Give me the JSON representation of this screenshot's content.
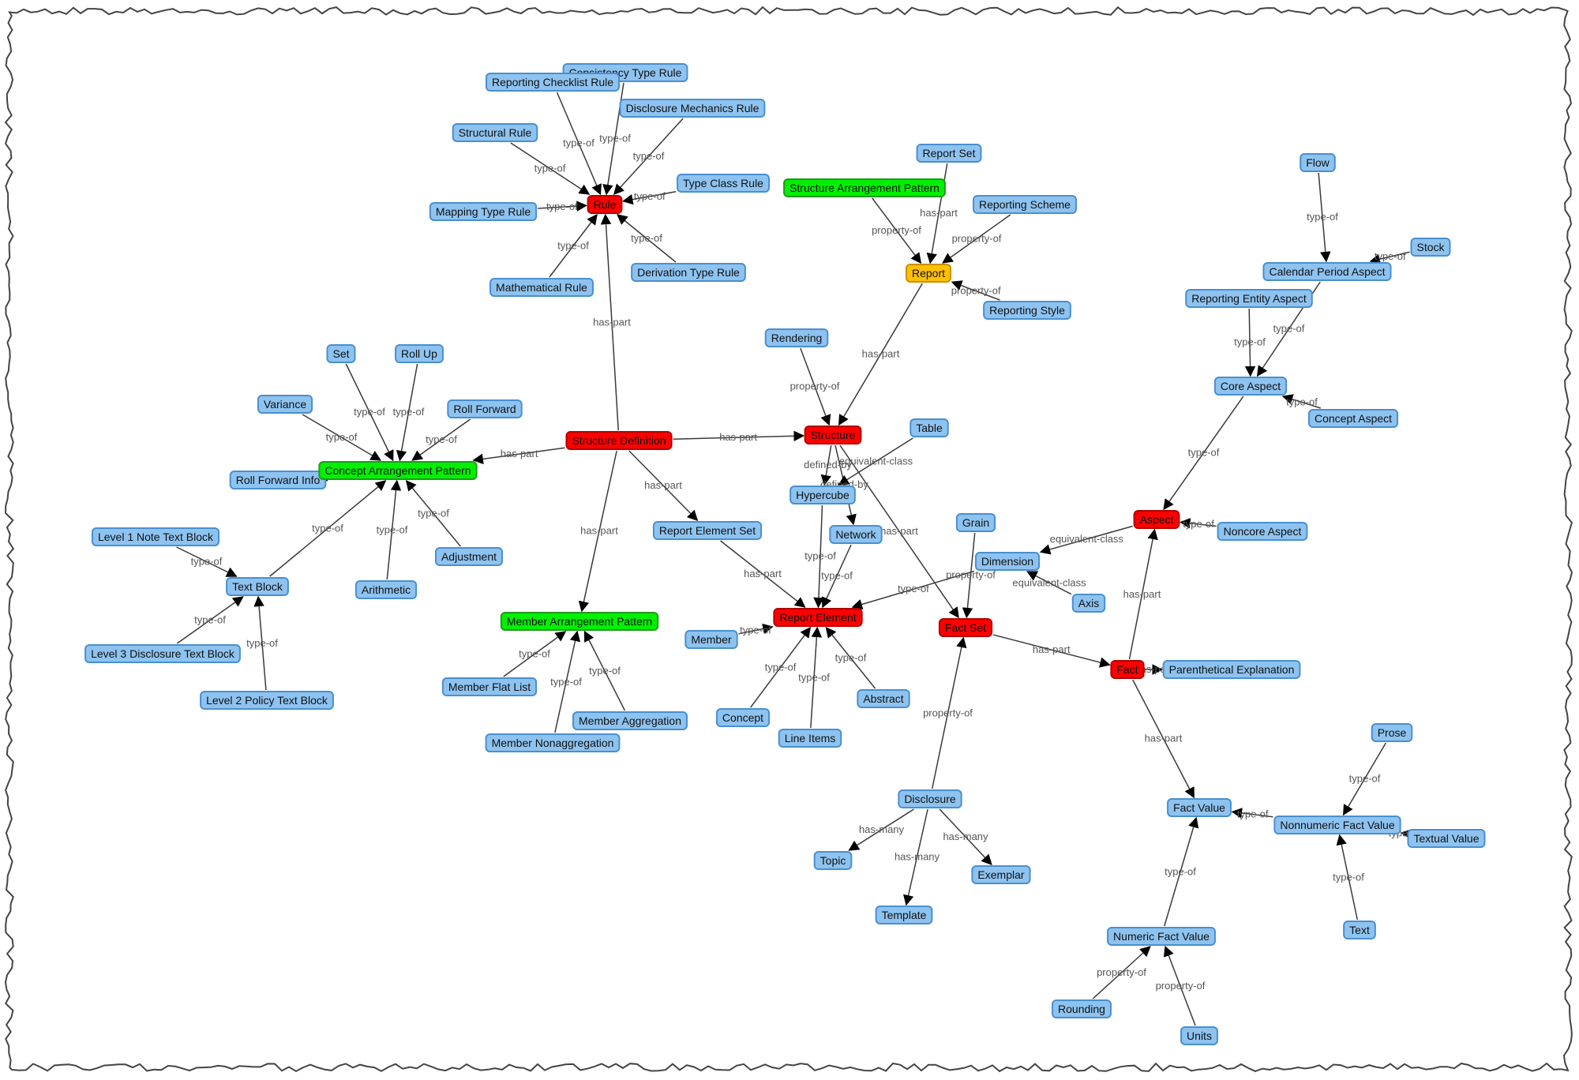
{
  "colors": {
    "concept": "#8ec3f0",
    "concept_border": "#4a8fcf",
    "core": "#ff0000",
    "core_border": "#b30000",
    "pattern": "#00f000",
    "pattern_border": "#1f9a1f",
    "report": "#ffc000",
    "report_border": "#c98f00",
    "edge": "#3a3a3a",
    "edge_label": "#555555",
    "frame_border": "#444444"
  },
  "nodes": [
    {
      "id": "rule",
      "label": "Rule",
      "kind": "core"
    },
    {
      "id": "consistency",
      "label": "Consistency Type Rule",
      "kind": "concept"
    },
    {
      "id": "checklist",
      "label": "Reporting Checklist Rule",
      "kind": "concept"
    },
    {
      "id": "disclosure_mech",
      "label": "Disclosure Mechanics Rule",
      "kind": "concept"
    },
    {
      "id": "structural_rule",
      "label": "Structural Rule",
      "kind": "concept"
    },
    {
      "id": "type_class",
      "label": "Type Class Rule",
      "kind": "concept"
    },
    {
      "id": "mapping",
      "label": "Mapping Type Rule",
      "kind": "concept"
    },
    {
      "id": "derivation",
      "label": "Derivation Type Rule",
      "kind": "concept"
    },
    {
      "id": "mathematical",
      "label": "Mathematical Rule",
      "kind": "concept"
    },
    {
      "id": "report_set",
      "label": "Report Set",
      "kind": "concept"
    },
    {
      "id": "sap",
      "label": "Structure Arrangement Pattern",
      "kind": "pattern"
    },
    {
      "id": "reporting_scheme",
      "label": "Reporting Scheme",
      "kind": "concept"
    },
    {
      "id": "report",
      "label": "Report",
      "kind": "report"
    },
    {
      "id": "reporting_style",
      "label": "Reporting Style",
      "kind": "concept"
    },
    {
      "id": "flow",
      "label": "Flow",
      "kind": "concept"
    },
    {
      "id": "stock",
      "label": "Stock",
      "kind": "concept"
    },
    {
      "id": "calendar",
      "label": "Calendar Period Aspect",
      "kind": "concept"
    },
    {
      "id": "reporting_entity",
      "label": "Reporting Entity Aspect",
      "kind": "concept"
    },
    {
      "id": "core_aspect",
      "label": "Core Aspect",
      "kind": "concept"
    },
    {
      "id": "concept_aspect",
      "label": "Concept Aspect",
      "kind": "concept"
    },
    {
      "id": "aspect",
      "label": "Aspect",
      "kind": "core"
    },
    {
      "id": "noncore",
      "label": "Noncore Aspect",
      "kind": "concept"
    },
    {
      "id": "set",
      "label": "Set",
      "kind": "concept"
    },
    {
      "id": "rollup",
      "label": "Roll Up",
      "kind": "concept"
    },
    {
      "id": "variance",
      "label": "Variance",
      "kind": "concept"
    },
    {
      "id": "rollforward",
      "label": "Roll Forward",
      "kind": "concept"
    },
    {
      "id": "rollforward_info",
      "label": "Roll Forward Info",
      "kind": "concept"
    },
    {
      "id": "cap",
      "label": "Concept Arrangement Pattern",
      "kind": "pattern"
    },
    {
      "id": "structure_def",
      "label": "Structure Definition",
      "kind": "core"
    },
    {
      "id": "rendering",
      "label": "Rendering",
      "kind": "concept"
    },
    {
      "id": "structure",
      "label": "Structure",
      "kind": "core"
    },
    {
      "id": "table",
      "label": "Table",
      "kind": "concept"
    },
    {
      "id": "hypercube",
      "label": "Hypercube",
      "kind": "concept"
    },
    {
      "id": "network",
      "label": "Network",
      "kind": "concept"
    },
    {
      "id": "res",
      "label": "Report Element Set",
      "kind": "concept"
    },
    {
      "id": "report_element",
      "label": "Report Element",
      "kind": "core"
    },
    {
      "id": "member",
      "label": "Member",
      "kind": "concept"
    },
    {
      "id": "concept",
      "label": "Concept",
      "kind": "concept"
    },
    {
      "id": "line_items",
      "label": "Line Items",
      "kind": "concept"
    },
    {
      "id": "abstract",
      "label": "Abstract",
      "kind": "concept"
    },
    {
      "id": "l1",
      "label": "Level 1 Note Text Block",
      "kind": "concept"
    },
    {
      "id": "text_block",
      "label": "Text Block",
      "kind": "concept"
    },
    {
      "id": "l3",
      "label": "Level 3 Disclosure Text Block",
      "kind": "concept"
    },
    {
      "id": "l2",
      "label": "Level 2 Policy Text Block",
      "kind": "concept"
    },
    {
      "id": "arithmetic",
      "label": "Arithmetic",
      "kind": "concept"
    },
    {
      "id": "adjustment",
      "label": "Adjustment",
      "kind": "concept"
    },
    {
      "id": "map",
      "label": "Member Arrangement Pattern",
      "kind": "pattern"
    },
    {
      "id": "mfl",
      "label": "Member Flat List",
      "kind": "concept"
    },
    {
      "id": "magg",
      "label": "Member Aggregation",
      "kind": "concept"
    },
    {
      "id": "mnon",
      "label": "Member Nonaggregation",
      "kind": "concept"
    },
    {
      "id": "grain",
      "label": "Grain",
      "kind": "concept"
    },
    {
      "id": "dimension",
      "label": "Dimension",
      "kind": "concept"
    },
    {
      "id": "axis",
      "label": "Axis",
      "kind": "concept"
    },
    {
      "id": "fact_set",
      "label": "Fact Set",
      "kind": "core"
    },
    {
      "id": "fact",
      "label": "Fact",
      "kind": "core"
    },
    {
      "id": "paren",
      "label": "Parenthetical Explanation",
      "kind": "concept"
    },
    {
      "id": "fact_value",
      "label": "Fact Value",
      "kind": "concept"
    },
    {
      "id": "prose",
      "label": "Prose",
      "kind": "concept"
    },
    {
      "id": "nnfv",
      "label": "Nonnumeric Fact Value",
      "kind": "concept"
    },
    {
      "id": "textual",
      "label": "Textual Value",
      "kind": "concept"
    },
    {
      "id": "text",
      "label": "Text",
      "kind": "concept"
    },
    {
      "id": "nfv",
      "label": "Numeric Fact Value",
      "kind": "concept"
    },
    {
      "id": "rounding",
      "label": "Rounding",
      "kind": "concept"
    },
    {
      "id": "units",
      "label": "Units",
      "kind": "concept"
    },
    {
      "id": "disclosure",
      "label": "Disclosure",
      "kind": "concept"
    },
    {
      "id": "topic",
      "label": "Topic",
      "kind": "concept"
    },
    {
      "id": "template",
      "label": "Template",
      "kind": "concept"
    },
    {
      "id": "exemplar",
      "label": "Exemplar",
      "kind": "concept"
    }
  ],
  "edges": [
    {
      "from": "consistency",
      "to": "rule",
      "label": "type-of"
    },
    {
      "from": "checklist",
      "to": "rule",
      "label": "type-of"
    },
    {
      "from": "disclosure_mech",
      "to": "rule",
      "label": "type-of"
    },
    {
      "from": "structural_rule",
      "to": "rule",
      "label": "type-of"
    },
    {
      "from": "type_class",
      "to": "rule",
      "label": "type-of"
    },
    {
      "from": "mapping",
      "to": "rule",
      "label": "type-of"
    },
    {
      "from": "derivation",
      "to": "rule",
      "label": "type-of"
    },
    {
      "from": "mathematical",
      "to": "rule",
      "label": "type-of"
    },
    {
      "from": "structure_def",
      "to": "rule",
      "label": "has-part"
    },
    {
      "from": "report_set",
      "to": "report",
      "label": "has-part"
    },
    {
      "from": "sap",
      "to": "report",
      "label": "property-of"
    },
    {
      "from": "reporting_scheme",
      "to": "report",
      "label": "property-of"
    },
    {
      "from": "reporting_style",
      "to": "report",
      "label": "property-of"
    },
    {
      "from": "report",
      "to": "structure",
      "label": "has-part"
    },
    {
      "from": "flow",
      "to": "calendar",
      "label": "type-of"
    },
    {
      "from": "stock",
      "to": "calendar",
      "label": "type-of"
    },
    {
      "from": "calendar",
      "to": "core_aspect",
      "label": "type-of"
    },
    {
      "from": "reporting_entity",
      "to": "core_aspect",
      "label": "type-of"
    },
    {
      "from": "concept_aspect",
      "to": "core_aspect",
      "label": "type-of"
    },
    {
      "from": "core_aspect",
      "to": "aspect",
      "label": "type-of"
    },
    {
      "from": "noncore",
      "to": "aspect",
      "label": "type-of"
    },
    {
      "from": "set",
      "to": "cap",
      "label": "type-of"
    },
    {
      "from": "rollup",
      "to": "cap",
      "label": "type-of"
    },
    {
      "from": "variance",
      "to": "cap",
      "label": "type-of"
    },
    {
      "from": "rollforward",
      "to": "cap",
      "label": "type-of"
    },
    {
      "from": "rollforward_info",
      "to": "cap",
      "label": "type-of"
    },
    {
      "from": "text_block",
      "to": "cap",
      "label": "type-of"
    },
    {
      "from": "arithmetic",
      "to": "cap",
      "label": "type-of"
    },
    {
      "from": "adjustment",
      "to": "cap",
      "label": "type-of"
    },
    {
      "from": "structure_def",
      "to": "cap",
      "label": "has-part"
    },
    {
      "from": "structure_def",
      "to": "structure",
      "label": "has-part"
    },
    {
      "from": "structure_def",
      "to": "res",
      "label": "has-part"
    },
    {
      "from": "structure_def",
      "to": "map",
      "label": "has-part"
    },
    {
      "from": "rendering",
      "to": "structure",
      "label": "property-of"
    },
    {
      "from": "structure",
      "to": "hypercube",
      "label": "defined-by"
    },
    {
      "from": "structure",
      "to": "network",
      "label": "defined-by"
    },
    {
      "from": "table",
      "to": "hypercube",
      "label": "equivalent-class"
    },
    {
      "from": "structure",
      "to": "fact_set",
      "label": "has-part"
    },
    {
      "from": "hypercube",
      "to": "report_element",
      "label": "type-of"
    },
    {
      "from": "network",
      "to": "report_element",
      "label": "type-of"
    },
    {
      "from": "res",
      "to": "report_element",
      "label": "has-part"
    },
    {
      "from": "member",
      "to": "report_element",
      "label": "type-of"
    },
    {
      "from": "concept",
      "to": "report_element",
      "label": "type-of"
    },
    {
      "from": "line_items",
      "to": "report_element",
      "label": "type-of"
    },
    {
      "from": "abstract",
      "to": "report_element",
      "label": "type-of"
    },
    {
      "from": "dimension",
      "to": "report_element",
      "label": "type-of"
    },
    {
      "from": "l1",
      "to": "text_block",
      "label": "type-of"
    },
    {
      "from": "l3",
      "to": "text_block",
      "label": "type-of"
    },
    {
      "from": "l2",
      "to": "text_block",
      "label": "type-of"
    },
    {
      "from": "mfl",
      "to": "map",
      "label": "type-of"
    },
    {
      "from": "magg",
      "to": "map",
      "label": "type-of"
    },
    {
      "from": "mnon",
      "to": "map",
      "label": "type-of"
    },
    {
      "from": "aspect",
      "to": "dimension",
      "label": "equivalent-class"
    },
    {
      "from": "axis",
      "to": "dimension",
      "label": "equivalent-class"
    },
    {
      "from": "grain",
      "to": "fact_set",
      "label": "property-of"
    },
    {
      "from": "fact_set",
      "to": "fact",
      "label": "has-part"
    },
    {
      "from": "fact",
      "to": "aspect",
      "label": "has-part"
    },
    {
      "from": "fact",
      "to": "paren",
      "label": "has-part"
    },
    {
      "from": "fact",
      "to": "fact_value",
      "label": "has-part"
    },
    {
      "from": "nnfv",
      "to": "fact_value",
      "label": "type-of"
    },
    {
      "from": "prose",
      "to": "nnfv",
      "label": "type-of"
    },
    {
      "from": "textual",
      "to": "nnfv",
      "label": "type-of"
    },
    {
      "from": "text",
      "to": "nnfv",
      "label": "type-of"
    },
    {
      "from": "nfv",
      "to": "fact_value",
      "label": "type-of"
    },
    {
      "from": "rounding",
      "to": "nfv",
      "label": "property-of"
    },
    {
      "from": "units",
      "to": "nfv",
      "label": "property-of"
    },
    {
      "from": "disclosure",
      "to": "fact_set",
      "label": "property-of"
    },
    {
      "from": "disclosure",
      "to": "topic",
      "label": "has-many"
    },
    {
      "from": "disclosure",
      "to": "template",
      "label": "has-many"
    },
    {
      "from": "disclosure",
      "to": "exemplar",
      "label": "has-many"
    }
  ]
}
